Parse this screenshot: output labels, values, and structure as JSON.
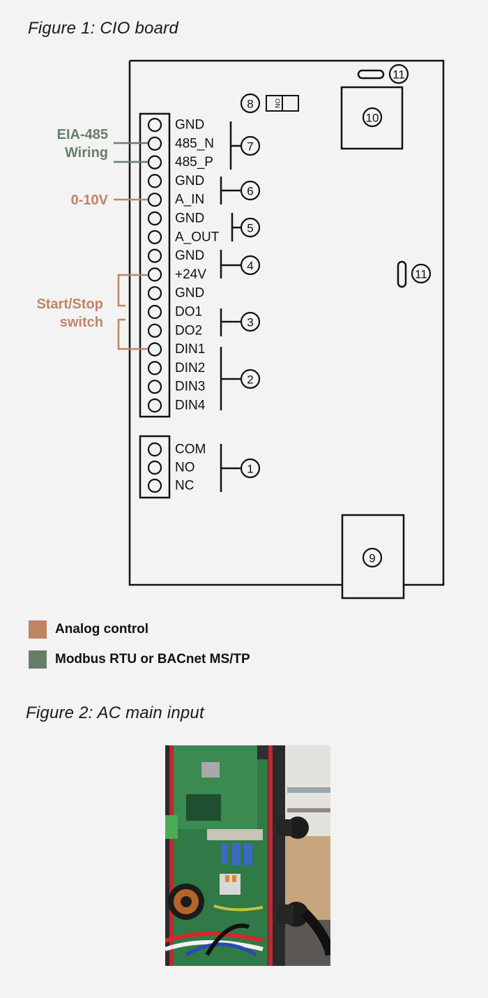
{
  "figure1": {
    "title": "Figure 1: CIO board",
    "pins_main": [
      "GND",
      "485_N",
      "485_P",
      "GND",
      "A_IN",
      "GND",
      "A_OUT",
      "GND",
      "+24V",
      "GND",
      "DO1",
      "DO2",
      "DIN1",
      "DIN2",
      "DIN3",
      "DIN4"
    ],
    "pins_relay": [
      "COM",
      "NO",
      "NC"
    ],
    "callouts": [
      "1",
      "2",
      "3",
      "4",
      "5",
      "6",
      "7",
      "8",
      "9",
      "10",
      "11",
      "11"
    ],
    "switch_label": "ON",
    "side_labels": {
      "eia_line1": "EIA-485",
      "eia_line2": "Wiring",
      "analog": "0-10V",
      "startstop_line1": "Start/Stop",
      "startstop_line2": "switch"
    }
  },
  "legend": [
    {
      "label": "Analog control",
      "color": "#c08463"
    },
    {
      "label": "Modbus RTU or BACnet MS/TP",
      "color": "#667e66"
    }
  ],
  "figure2": {
    "title": "Figure 2: AC main input"
  },
  "colors": {
    "analog": "#c08463",
    "modbus": "#667e66",
    "line": "#111111",
    "background": "#f2f3f2"
  }
}
